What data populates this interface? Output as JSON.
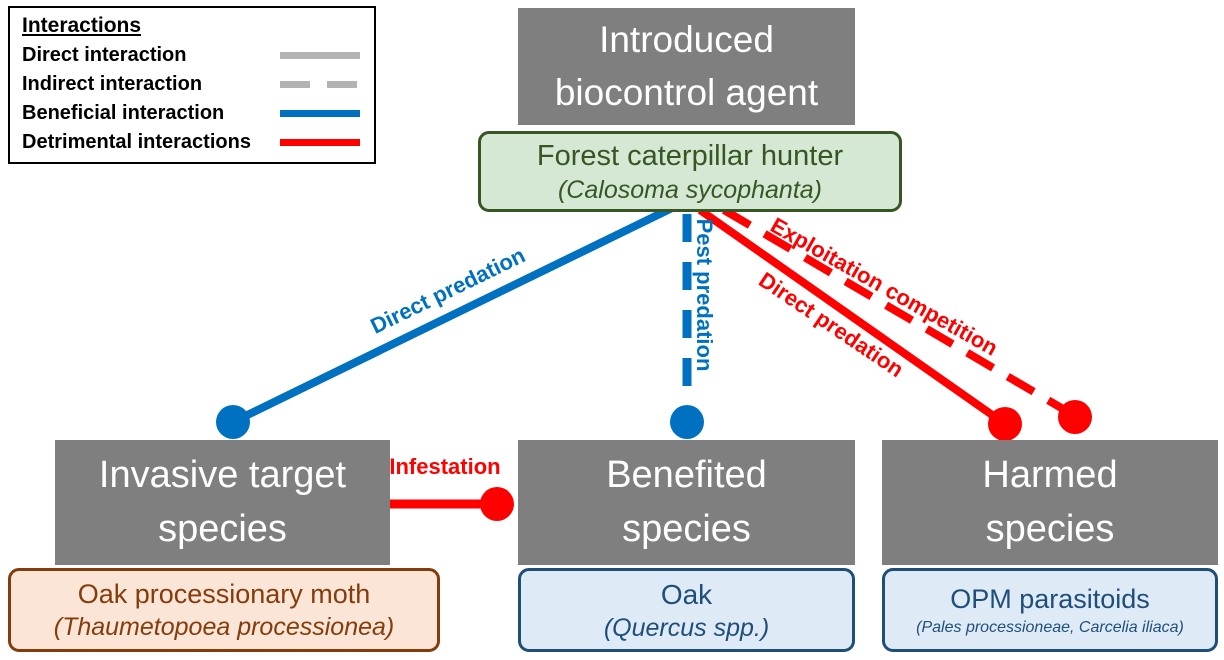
{
  "legend": {
    "title": "Interactions",
    "items": [
      {
        "label": "Direct interaction",
        "style": "solid",
        "color": "#b3b3b3"
      },
      {
        "label": "Indirect interaction",
        "style": "dashed",
        "color": "#b3b3b3"
      },
      {
        "label": "Beneficial interaction",
        "style": "solid",
        "color": "#0070c0"
      },
      {
        "label": "Detrimental interactions",
        "style": "solid",
        "color": "#ff0000"
      }
    ]
  },
  "nodes": {
    "introduced_agent": {
      "line1": "Introduced",
      "line2": "biocontrol agent"
    },
    "agent": {
      "common": "Forest caterpillar hunter",
      "latin": "(Calosoma sycophanta)"
    },
    "invasive_target": {
      "line1": "Invasive target",
      "line2": "species"
    },
    "benefited": {
      "line1": "Benefited",
      "line2": "species"
    },
    "harmed": {
      "line1": "Harmed",
      "line2": "species"
    },
    "opm": {
      "common": "Oak processionary moth",
      "latin": "(Thaumetopoea processionea)"
    },
    "oak": {
      "common": "Oak",
      "latin": "(Quercus spp.)"
    },
    "parasitoids": {
      "common": "OPM parasitoids",
      "latin": "(Pales processioneae, Carcelia iliaca)"
    }
  },
  "edges": {
    "direct_predation_left": {
      "label": "Direct predation",
      "type": "direct",
      "effect": "beneficial"
    },
    "pest_predation": {
      "label": "Pest predation",
      "type": "indirect",
      "effect": "beneficial"
    },
    "exploitation_competition": {
      "label": "Exploitation competition",
      "type": "indirect",
      "effect": "detrimental"
    },
    "direct_predation_right": {
      "label": "Direct predation",
      "type": "direct",
      "effect": "detrimental"
    },
    "infestation": {
      "label": "Infestation",
      "type": "direct",
      "effect": "detrimental"
    }
  },
  "colors": {
    "beneficial_blue": "#0070c0",
    "detrimental_red": "#ff0000",
    "node_gray": "#7f7f7f",
    "legend_gray": "#b3b3b3",
    "agent_green_fill": "#d5e8d4",
    "agent_green_border": "#375623",
    "opm_fill": "#fbe5d6",
    "opm_border": "#843c0c",
    "blue_fill": "#deebf7",
    "blue_border": "#1f4e79"
  }
}
